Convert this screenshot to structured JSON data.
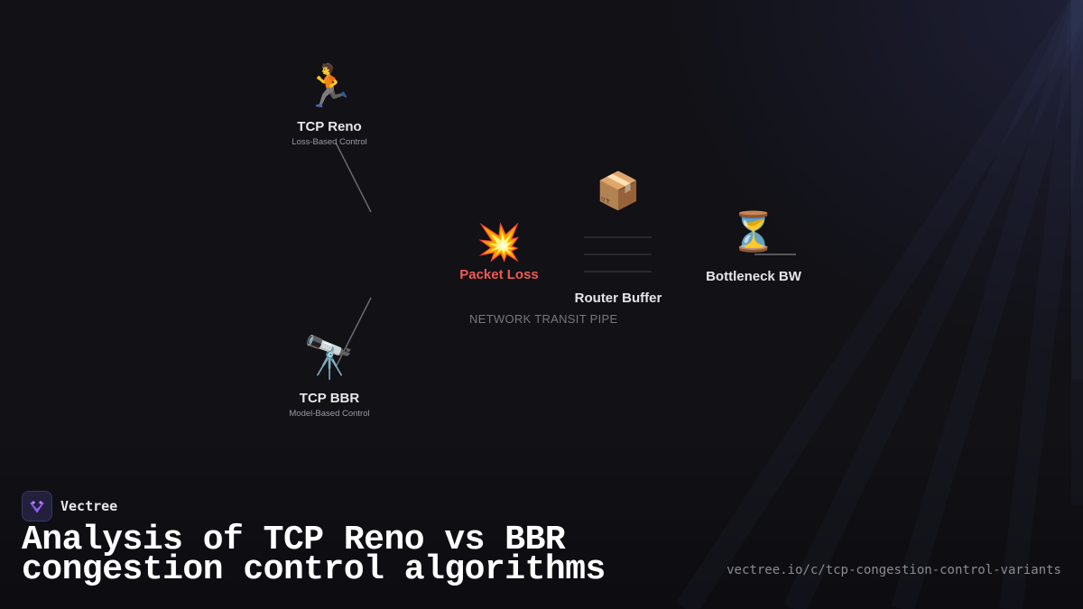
{
  "nodes": {
    "reno": {
      "icon": "🏃",
      "icon_name": "runner-icon",
      "title": "TCP Reno",
      "subtitle": "Loss-Based Control"
    },
    "bbr": {
      "icon": "🔭",
      "icon_name": "telescope-icon",
      "title": "TCP BBR",
      "subtitle": "Model-Based Control"
    },
    "packet_loss": {
      "icon": "💥",
      "icon_name": "collision-icon",
      "title": "Packet Loss"
    },
    "router_buffer": {
      "icon": "📦",
      "icon_name": "package-icon",
      "title": "Router Buffer"
    },
    "bottleneck": {
      "icon": "⏳",
      "icon_name": "hourglass-icon",
      "title": "Bottleneck BW"
    }
  },
  "pipe_label": "NETWORK TRANSIT PIPE",
  "footer": {
    "brand": "Vectree",
    "headline_line1": "Analysis of TCP Reno vs BBR",
    "headline_line2": "congestion control algorithms",
    "url": "vectree.io/c/tcp-congestion-control-variants"
  },
  "colors": {
    "background": "#111116",
    "loss_accent": "#ef5a55",
    "logo_accent": "#a855f7"
  }
}
